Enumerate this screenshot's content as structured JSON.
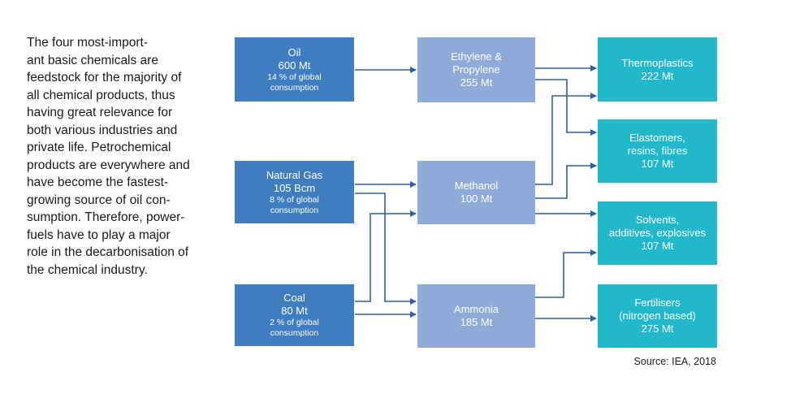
{
  "intro_text": "The four most-import-­ant basic chemicals are feedstock for the majority of all chemical products, thus having great relevance for both various industries and private life. Petrochemical products are everywhere and have become the fastest-­growing source of oil con-­sumption. Therefore, power-­fuels have to play a major role in the decarbonisation of the chemical industry.",
  "intro_lines": [
    "The four most-import-",
    "ant basic chemicals are",
    "feedstock for the majority of",
    "all chemical products, thus",
    "having great relevance for",
    "both various industries and",
    "private life. Petrochemical",
    "products are everywhere and",
    "have become the fastest-",
    "growing source of oil con-",
    "sumption. Therefore, power-",
    "fuels have to play a major",
    "role in the decarbonisation of",
    "the chemical industry."
  ],
  "sources": {
    "oil": {
      "name": "Oil",
      "amount": "600 Mt",
      "share": "14 % of global",
      "share2": "consumption"
    },
    "gas": {
      "name": "Natural Gas",
      "amount": "105 Bcm",
      "share": "8 % of global",
      "share2": "consumption"
    },
    "coal": {
      "name": "Coal",
      "amount": "80 Mt",
      "share": "2 % of global",
      "share2": "consumption"
    }
  },
  "intermediates": {
    "ethylene": {
      "name1": "Ethylene &",
      "name2": "Propylene",
      "amount": "255 Mt"
    },
    "methanol": {
      "name": "Methanol",
      "amount": "100 Mt"
    },
    "ammonia": {
      "name": "Ammonia",
      "amount": "185 Mt"
    }
  },
  "products": {
    "thermoplastics": {
      "name": "Thermoplastics",
      "amount": "222 Mt"
    },
    "elastomers": {
      "name": "Elastomers,",
      "name2": "resins, fibres",
      "amount": "107 Mt"
    },
    "solvents": {
      "name": "Solvents,",
      "name2": "additives, explosives",
      "amount": "107 Mt"
    },
    "fertilisers": {
      "name": "Fertilisers",
      "name2": "(nitrogen based)",
      "amount": "275 Mt"
    }
  },
  "source_note": "Source: IEA, 2018",
  "colors": {
    "source_box": "#3f7dc1",
    "intermediate_box": "#8eaad8",
    "product_box": "#22b8cc",
    "arrow": "#2f5f9e"
  }
}
